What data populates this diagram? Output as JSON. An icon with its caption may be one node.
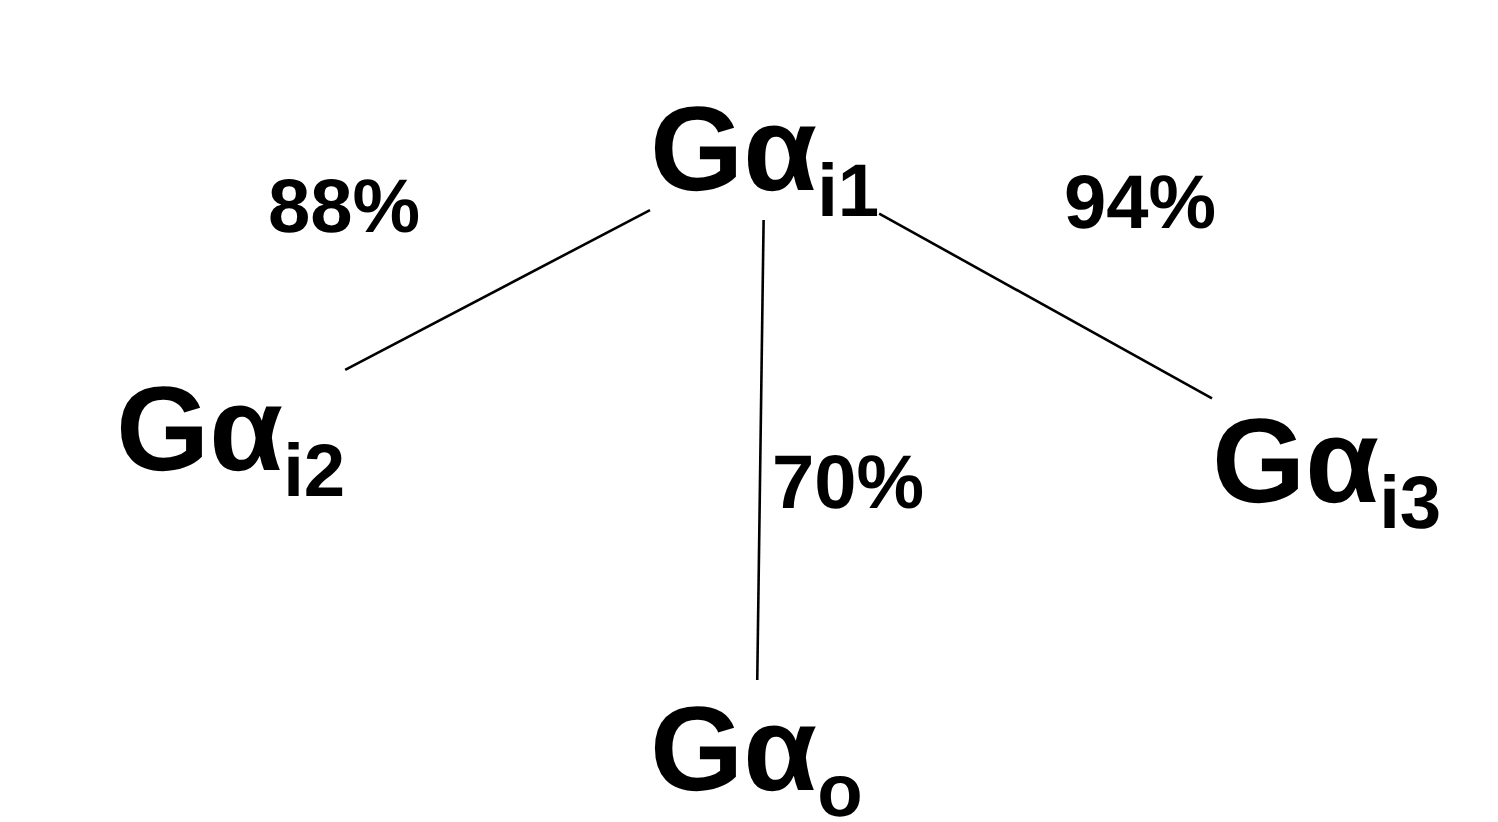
{
  "diagram": {
    "nodes": [
      {
        "text": [
          "Gα$_{i1}$"
        ]
      },
      {
        "text": [
          "Gα$_{i2}$"
        ]
      },
      {
        "text": [
          "Gα$_{i3}$"
        ]
      },
      {
        "text": [
          "Gα$_{o}$"
        ]
      }
    ],
    "edges": [
      {
        "from": 0,
        "to": 1,
        "arrow": "none",
        "label": "88%"
      },
      {
        "from": 0,
        "to": 3,
        "arrow": "none",
        "label": "70%"
      },
      {
        "from": 0,
        "to": 2,
        "arrow": "none",
        "label": "94%"
      }
    ]
  }
}
